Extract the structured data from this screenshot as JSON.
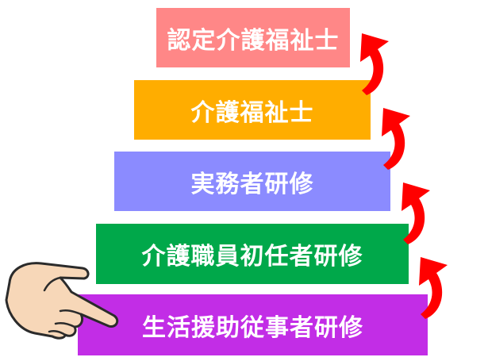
{
  "steps": [
    {
      "label": "認定介護福祉士",
      "color": "#ff8787"
    },
    {
      "label": "介護福祉士",
      "color": "#ffad00"
    },
    {
      "label": "実務者研修",
      "color": "#8b8bff"
    },
    {
      "label": "介護職員初任者研修",
      "color": "#00a84a"
    },
    {
      "label": "生活援助従事者研修",
      "color": "#c22de6"
    }
  ],
  "arrow_color": "#ff0000",
  "pointer": {
    "icon": "pointing-hand-icon",
    "color": "#f7d7b8"
  }
}
